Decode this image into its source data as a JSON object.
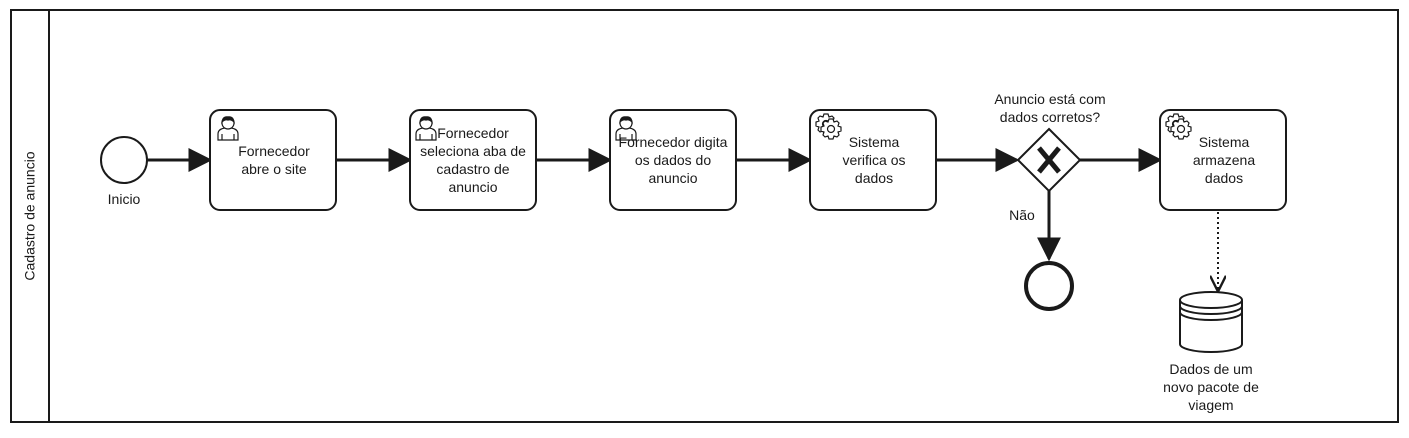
{
  "pool": {
    "label": "Cadastro de anuncio"
  },
  "start_event": {
    "label": "Inicio"
  },
  "tasks": [
    {
      "id": "t1",
      "type": "user",
      "icon": "user-icon",
      "label": "Fornecedor abre o site"
    },
    {
      "id": "t2",
      "type": "user",
      "icon": "user-icon",
      "label": "Fornecedor seleciona aba de cadastro de anuncio"
    },
    {
      "id": "t3",
      "type": "user",
      "icon": "user-icon",
      "label": "Fornecedor digita os dados do anuncio"
    },
    {
      "id": "t4",
      "type": "service",
      "icon": "gear-icon",
      "label": "Sistema verifica os dados"
    },
    {
      "id": "t5",
      "type": "service",
      "icon": "gear-icon",
      "label": "Sistema armazena dados"
    }
  ],
  "gateway": {
    "type": "exclusive",
    "label": "Anuncio está com dados corretos?",
    "no_label": "Não"
  },
  "data_store": {
    "label": "Dados de um novo pacote de viagem"
  },
  "colors": {
    "stroke": "#1a1a1a",
    "fill": "#ffffff",
    "dotted": "#1a1a1a"
  }
}
